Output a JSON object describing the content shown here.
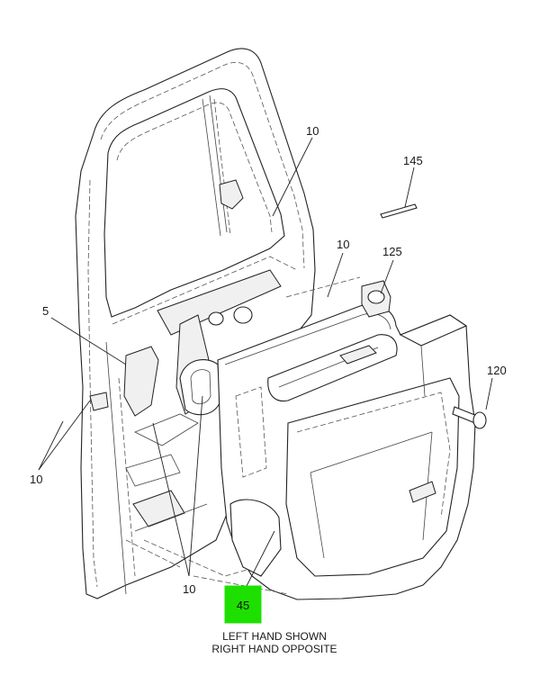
{
  "callouts": {
    "c10_top": "10",
    "c145": "145",
    "c10_mid": "10",
    "c125": "125",
    "c5": "5",
    "c120": "120",
    "c10_left": "10",
    "c10_bottom": "10"
  },
  "highlight": {
    "label": "45",
    "color": "#1ee000"
  },
  "note": {
    "line1": "LEFT HAND SHOWN",
    "line2": "RIGHT HAND OPPOSITE"
  }
}
